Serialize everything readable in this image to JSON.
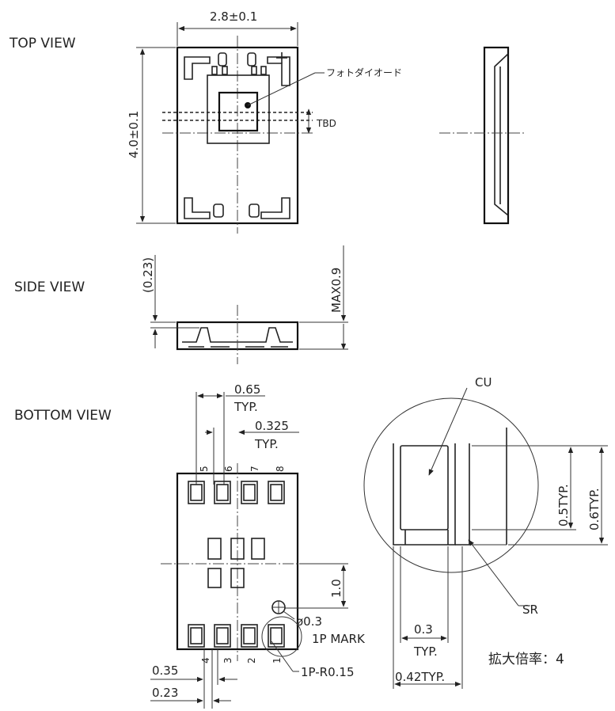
{
  "views": {
    "top": "TOP VIEW",
    "side": "SIDE VIEW",
    "bottom": "BOTTOM VIEW"
  },
  "top_view": {
    "width_dim": "2.8±0.1",
    "height_dim": "4.0±0.1",
    "photodiode": "フォトダイオード",
    "tbd": "TBD"
  },
  "side_view": {
    "offset_dim": "(0.23)",
    "max_height": "MAX0.9"
  },
  "bottom_view": {
    "pitch": "0.65",
    "pitch_typ": "TYP.",
    "half_pitch": "0.325",
    "half_pitch_typ": "TYP.",
    "pins_top": [
      "5",
      "6",
      "7",
      "8"
    ],
    "pins_bottom": [
      "4",
      "3",
      "2",
      "1"
    ],
    "row_offset": "1.0",
    "mark_dia": "ø0.3",
    "mark_label": "1P MARK",
    "pad_w": "0.35",
    "pad_w2": "0.23",
    "corner_r": "1P-R0.15"
  },
  "detail": {
    "cu": "CU",
    "sr": "SR",
    "h1": "0.5TYP.",
    "h2": "0.6TYP.",
    "w1": "0.3",
    "w1_typ": "TYP.",
    "w2": "0.42TYP.",
    "scale": "拡大倍率：4"
  }
}
